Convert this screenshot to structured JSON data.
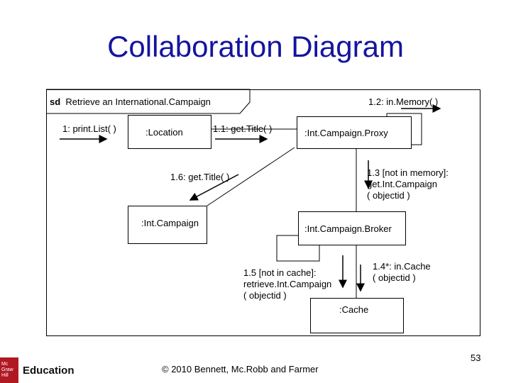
{
  "slide": {
    "title": "Collaboration Diagram",
    "page_number": "53",
    "copyright": "© 2010 Bennett, Mc.Robb and Farmer",
    "publisher_logo": "McGraw-Hill Education logo",
    "publisher_text": "Education"
  },
  "diagram": {
    "frame_label_sd": "sd",
    "frame_label_name": "Retrieve an International.Campaign",
    "objects": {
      "location": ":Location",
      "proxy": ":Int.Campaign.Proxy",
      "campaign": ":Int.Campaign",
      "broker": ":Int.Campaign.Broker",
      "cache": ":Cache"
    },
    "messages": {
      "m1": "1: print.List( )",
      "m1_1": "1.1: get.Title( )",
      "m1_2": "1.2: in.Memory( )",
      "m1_3": "1.3 [not in memory]:\nget.Int.Campaign\n( objectid )",
      "m1_4": "1.4*: in.Cache\n( objectid )",
      "m1_5": "1.5 [not in cache]:\nretrieve.Int.Campaign\n( objectid )",
      "m1_6": "1.6: get.Title( )"
    }
  }
}
